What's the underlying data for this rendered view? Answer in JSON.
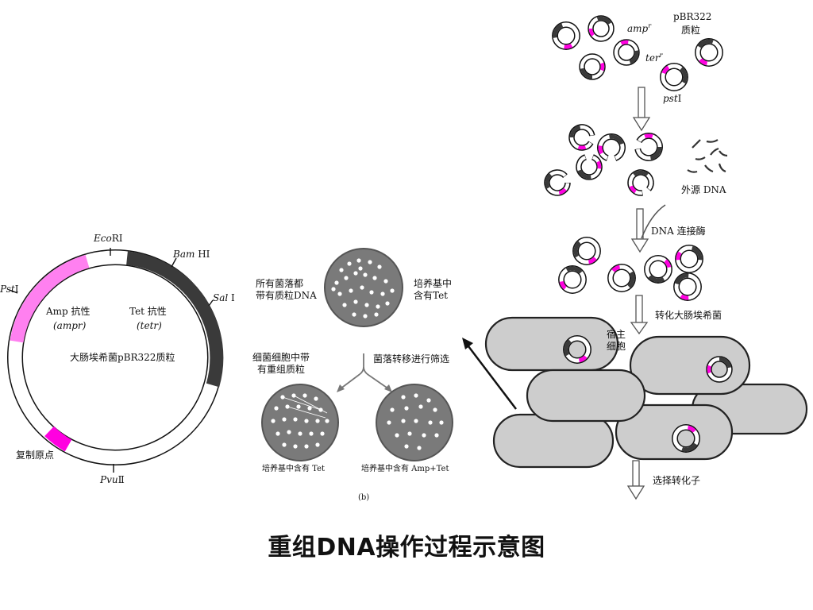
{
  "colors": {
    "amp_segment": "#ff80f0",
    "ori_segment": "#ff00e0",
    "tet_segment": "#3a3a3a",
    "plate": "#7a7a7a",
    "cell_fill": "#cdcdcd",
    "text": "#111111"
  },
  "plasmid_map": {
    "eco": "Eco",
    "eco_roman": "RⅠ",
    "bam": "Bam",
    "bam_roman": "HⅠ",
    "sal": "Sal",
    "sal_roman": "Ⅰ",
    "pst": "Pst",
    "pst_roman": "Ⅰ",
    "pvu": "Pvu",
    "pvu_roman": "Ⅱ",
    "amp_label": "Amp 抗性",
    "amp_gene": "(ampr)",
    "tet_label": "Tet 抗性",
    "tet_gene": "(tetr)",
    "name": "大肠埃希菌pBR322质粒",
    "ori": "复制原点"
  },
  "screening": {
    "top_left": "所有菌落都\n带有质粒DNA",
    "top_right": "培养基中\n含有Tet",
    "mid_left": "细菌细胞中带\n有重组质粒",
    "mid_right": "菌落转移进行筛选",
    "plate_left": "培养基中含有  Tet",
    "plate_right": "培养基中含有  Amp+Tet",
    "panel": "(b)"
  },
  "workflow": {
    "amp": "amp",
    "amp_sup": "r",
    "ter": "ter",
    "ter_sup": "r",
    "pbr": "pBR322",
    "zhili": "质粒",
    "pst": "pst",
    "pst_roman": "Ⅰ",
    "foreign_dna": "外源 DNA",
    "ligase": "DNA 连接酶",
    "transform": "转化大肠埃希菌",
    "host_cell": "宿主\n细胞",
    "select": "选择转化子"
  },
  "title": "重组DNA操作过程示意图"
}
